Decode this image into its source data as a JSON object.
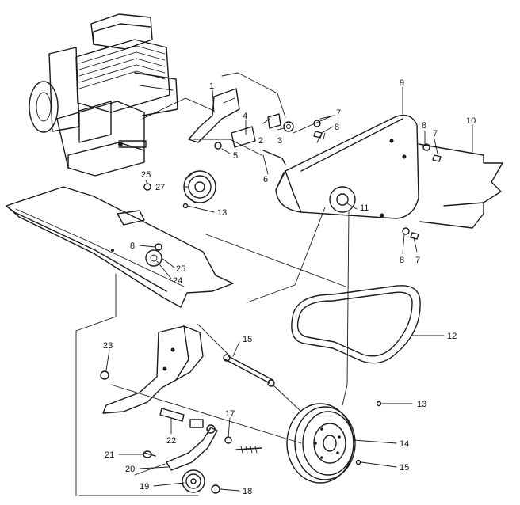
{
  "callouts": {
    "c1": "1",
    "c2": "2",
    "c3": "3",
    "c4": "4",
    "c5": "5",
    "c6": "6",
    "c7a": "7",
    "c7b": "7",
    "c7c": "7",
    "c8a": "8",
    "c8b": "8",
    "c8c": "8",
    "c8d": "8",
    "c9": "9",
    "c10": "10",
    "c11": "11",
    "c12": "12",
    "c13a": "13",
    "c13b": "13",
    "c14": "14",
    "c15a": "15",
    "c15b": "15",
    "c17": "17",
    "c18": "18",
    "c19": "19",
    "c20": "20",
    "c21": "21",
    "c22": "22",
    "c23": "23",
    "c24": "24",
    "c25a": "25",
    "c25b": "25",
    "c27": "27"
  },
  "colors": {
    "ink": "#1a1a1a",
    "paper": "#ffffff"
  }
}
